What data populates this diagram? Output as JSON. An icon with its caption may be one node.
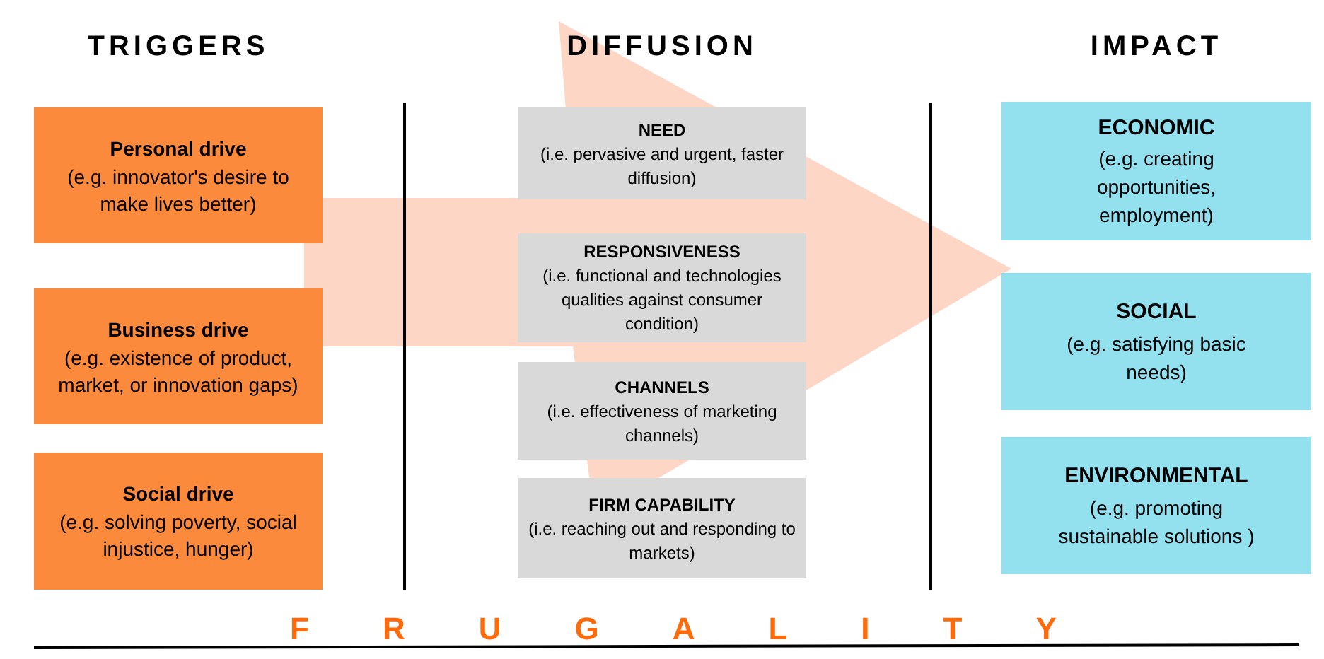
{
  "diagram": {
    "nodes": [
      {
        "text": [
          "Personal drive",
          "(e.g. innovator's desire to make lives better)"
        ]
      },
      {
        "text": [
          "Business drive",
          "(e.g. existence of product, market, or innovation gaps)"
        ]
      },
      {
        "text": [
          "Social drive",
          "(e.g. solving poverty, social injustice, hunger)"
        ]
      },
      {
        "text": [
          "NEED",
          "(i.e. pervasive and urgent, faster diffusion)"
        ]
      },
      {
        "text": [
          "RESPONSIVENESS",
          "(i.e. functional and technologies qualities against consumer condition)"
        ]
      },
      {
        "text": [
          "CHANNELS",
          "(i.e. effectiveness of marketing channels)"
        ]
      },
      {
        "text": [
          "FIRM CAPABILITY",
          "(i.e. reaching out and responding to markets)"
        ]
      },
      {
        "text": [
          "ECONOMIC",
          "(e.g. creating opportunities, employment)"
        ]
      },
      {
        "text": [
          "SOCIAL",
          "(e.g. satisfying basic needs)"
        ]
      },
      {
        "text": [
          "ENVIRONMENTAL",
          "(e.g. promoting sustainable solutions )"
        ]
      }
    ],
    "edges": [
      {
        "from": 1,
        "to": 8,
        "arrow": "to"
      }
    ],
    "labels": [
      "TRIGGERS",
      "DIFFUSION",
      "IMPACT",
      "FRUGALITY"
    ]
  }
}
